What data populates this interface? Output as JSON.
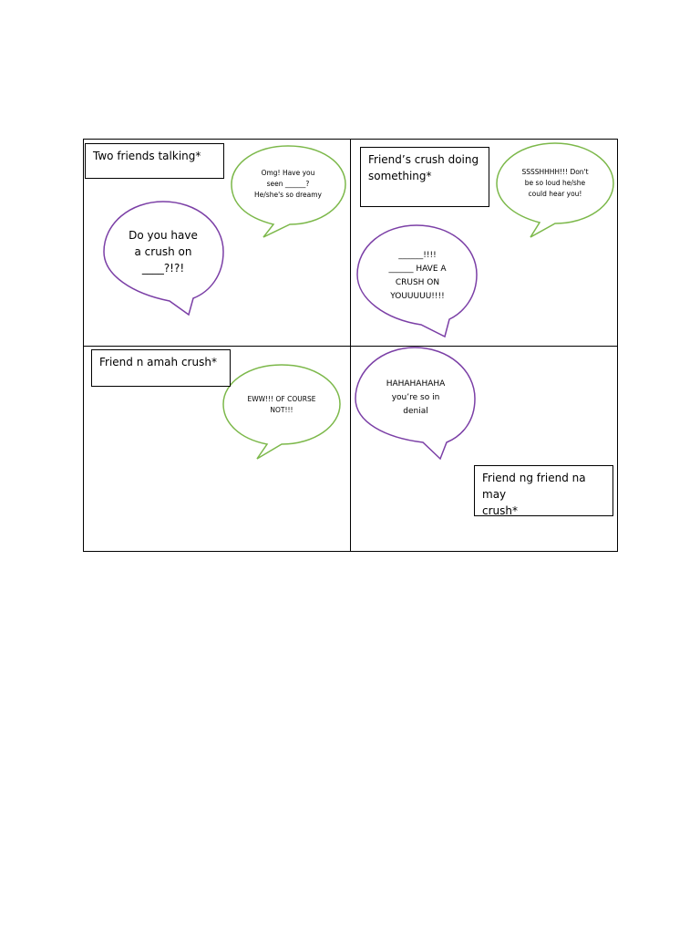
{
  "colors": {
    "green_bubble": "#7cb84a",
    "purple_bubble": "#7b3fa6",
    "border": "#000000"
  },
  "panels": [
    {
      "caption": "Two friends talking*",
      "bubbles": [
        {
          "color": "green",
          "text": "Omg! Have you\nseen ______?\nHe/she's so dreamy"
        },
        {
          "color": "purple",
          "text": "Do you have\na crush on\n____?!?!"
        }
      ]
    },
    {
      "caption": "Friend’s crush doing\nsomething*",
      "bubbles": [
        {
          "color": "green",
          "text": "SSSSHHHH!!! Don't\nbe so loud he/she\ncould hear you!"
        },
        {
          "color": "purple",
          "text": "______!!!!\n______ HAVE A\nCRUSH ON\nYOUUUUU!!!!"
        }
      ]
    },
    {
      "caption": "Friend n amah crush*",
      "bubbles": [
        {
          "color": "green",
          "text": "EWW!!! OF COURSE\nNOT!!!"
        }
      ]
    },
    {
      "caption": "Friend ng friend na may\ncrush*",
      "bubbles": [
        {
          "color": "purple",
          "text": "HAHAHAHAHA\nyou’re so in\ndenial"
        }
      ]
    }
  ]
}
